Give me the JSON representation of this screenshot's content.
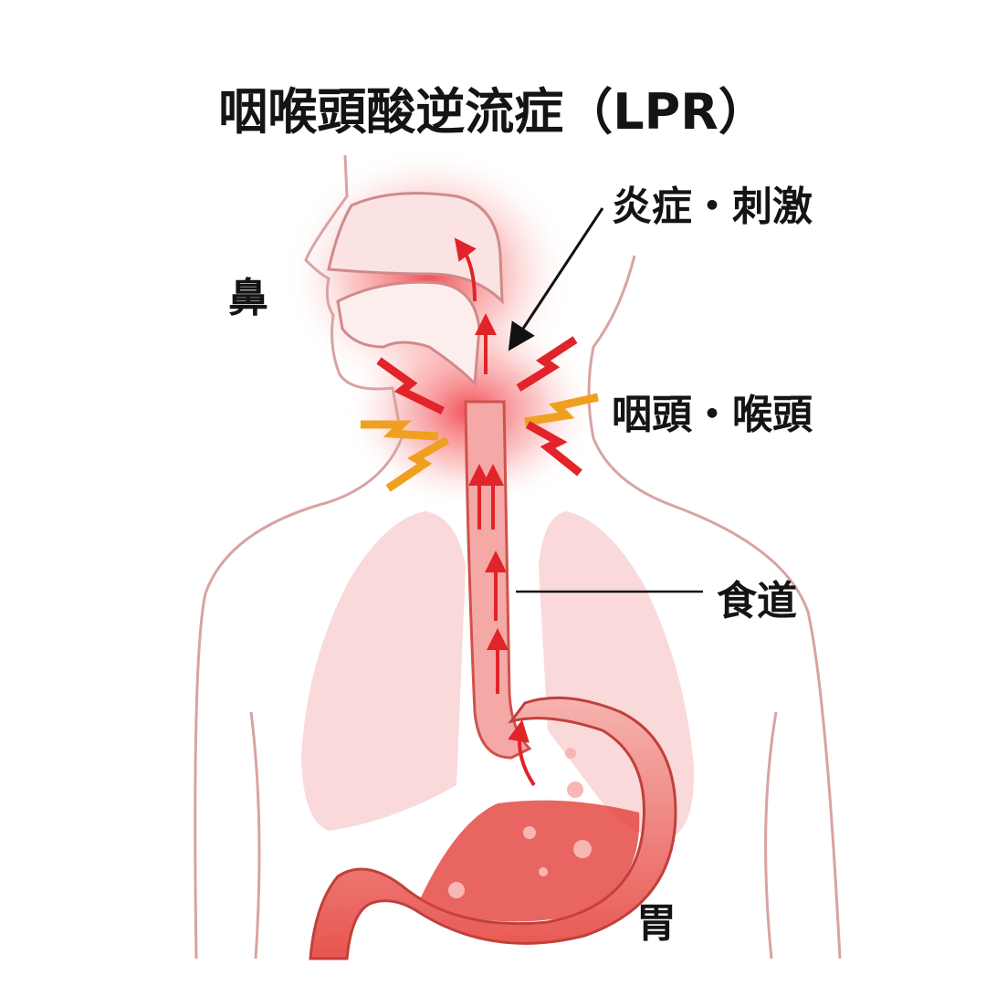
{
  "title": "咽喉頭酸逆流症（LPR）",
  "labels": {
    "inflammation": "炎症・刺激",
    "nose": "鼻",
    "pharynx_larynx": "咽頭・喉頭",
    "esophagus": "食道",
    "stomach": "胃"
  },
  "colors": {
    "acid_red": "#e0242a",
    "irritation_orange": "#f0a020",
    "outline": "#d9a3a3",
    "lung_pink": "#f9d9d9"
  }
}
